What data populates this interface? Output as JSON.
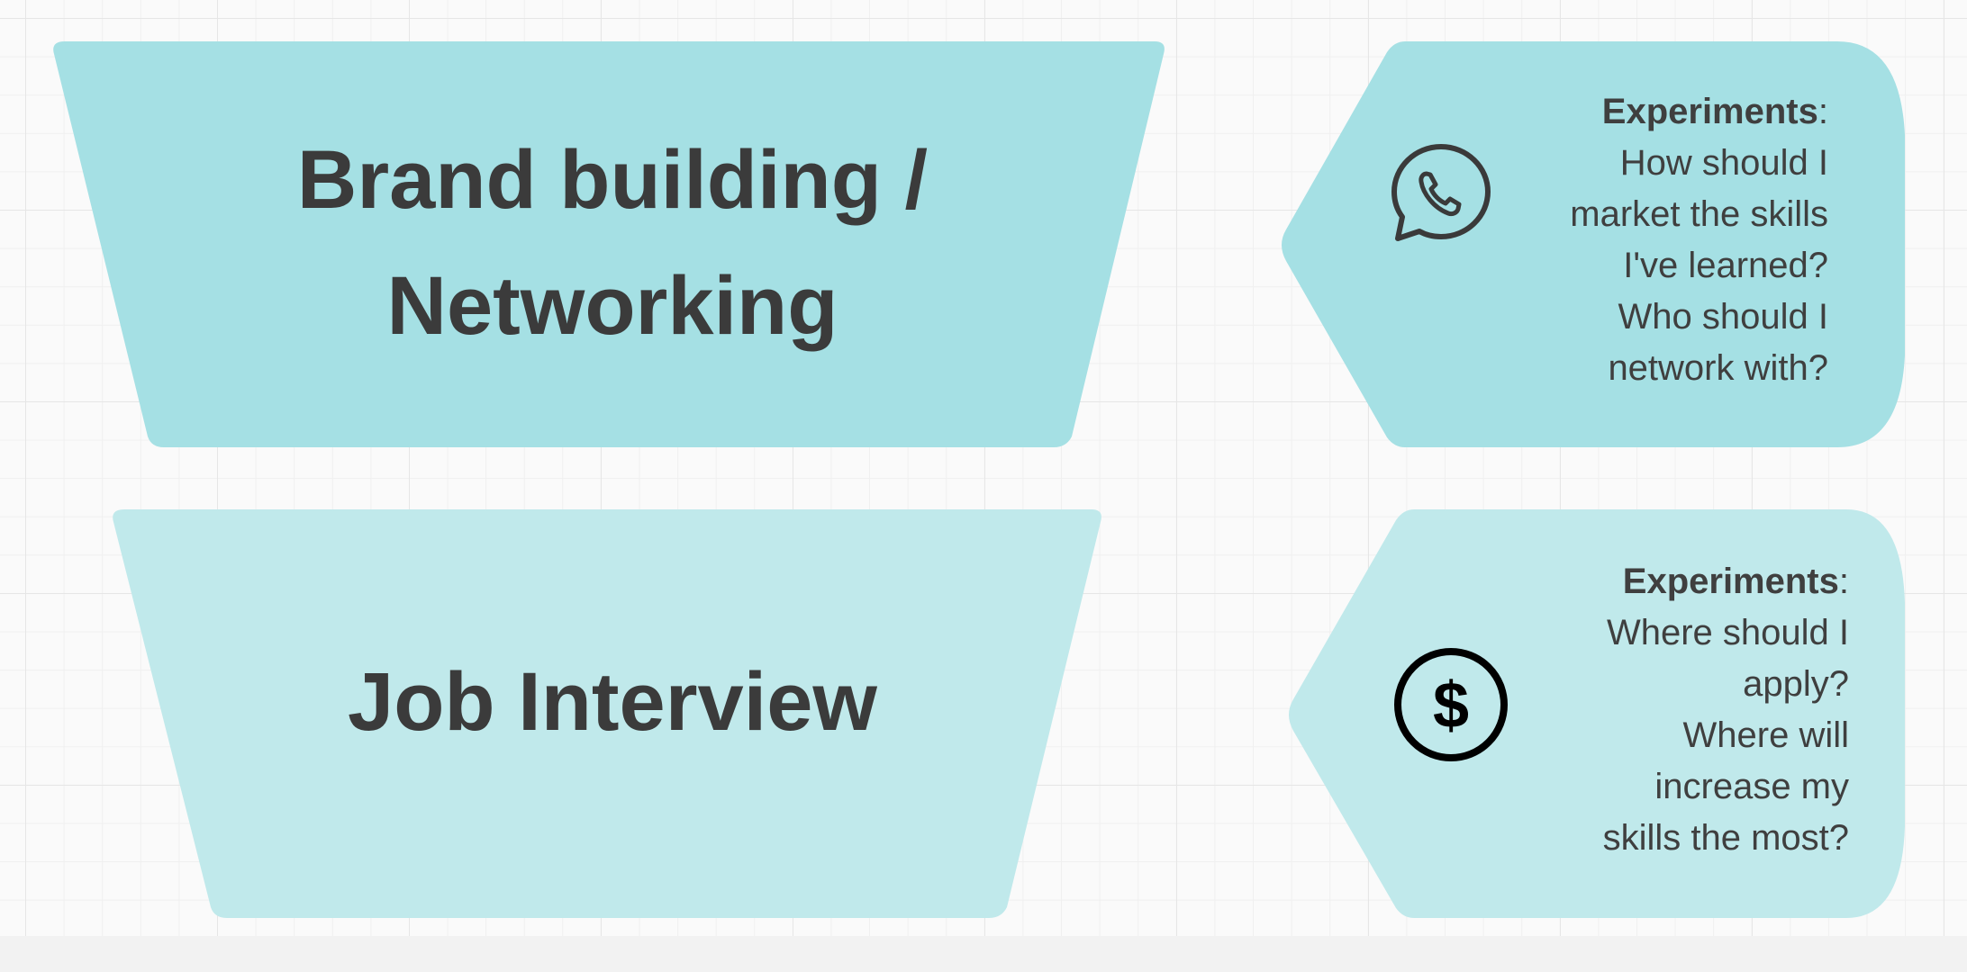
{
  "stages": [
    {
      "title_line1": "Brand building /",
      "title_line2": "Networking",
      "experiments": {
        "heading": "Experiments",
        "colon": ":",
        "lines": [
          "How should I",
          "market the skills",
          "I've learned?",
          "Who should I",
          "network with?"
        ]
      },
      "icon": "chat-phone-icon",
      "color": "#a5e0e4"
    },
    {
      "title_line1": "Job Interview",
      "experiments": {
        "heading": "Experiments",
        "colon": ":",
        "lines": [
          "Where should I",
          "apply?",
          "Where will",
          "increase my",
          "skills the most?"
        ]
      },
      "icon": "dollar-circle-icon",
      "color": "#c0e9eb"
    }
  ]
}
